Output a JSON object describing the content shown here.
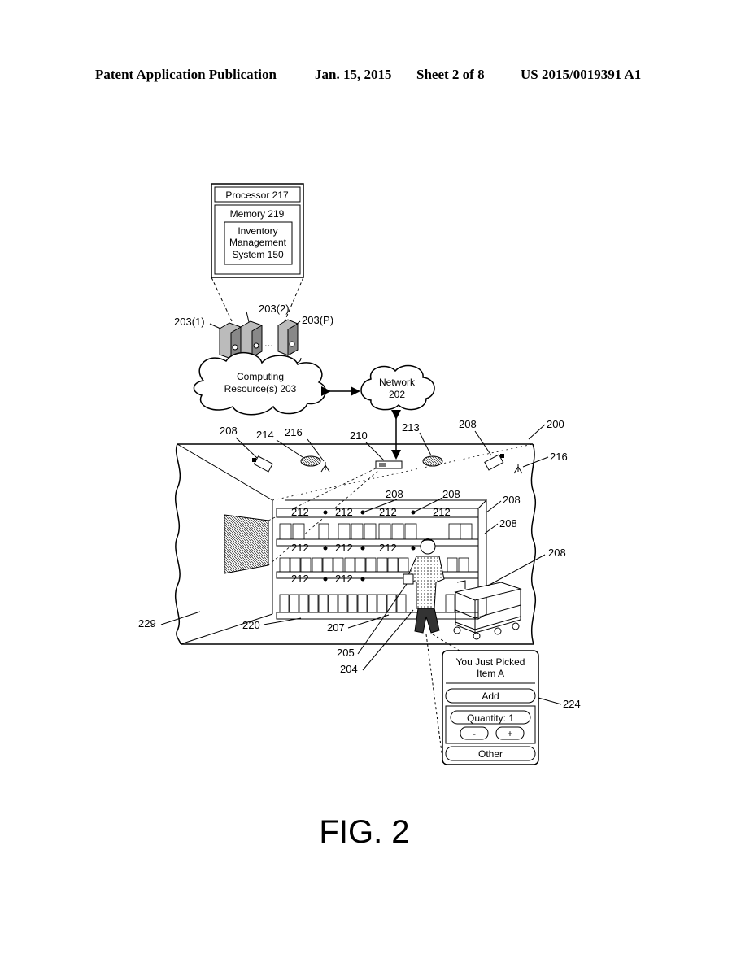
{
  "header": {
    "left": "Patent Application Publication",
    "date": "Jan. 15, 2015",
    "sheet": "Sheet 2 of 8",
    "number": "US 2015/0019391 A1"
  },
  "server_box": {
    "processor": "Processor 217",
    "memory": "Memory 219",
    "ims_line1": "Inventory",
    "ims_line2": "Management",
    "ims_line3": "System 150"
  },
  "servers": {
    "s1": "203(1)",
    "s2": "203(2)",
    "sp": "203(P)",
    "dots": "..."
  },
  "cloud": {
    "line1": "Computing",
    "line2": "Resource(s) 203"
  },
  "network": {
    "line1": "Network",
    "line2": "202"
  },
  "refs": {
    "r200": "200",
    "r208": "208",
    "r210": "210",
    "r213": "213",
    "r214": "214",
    "r216": "216",
    "r212": "212",
    "r229": "229",
    "r220": "220",
    "r207": "207",
    "r205": "205",
    "r204": "204",
    "r224": "224"
  },
  "device": {
    "title1": "You Just Picked",
    "title2": "Item A",
    "add": "Add",
    "quantity": "Quantity: 1",
    "minus": "-",
    "plus": "+",
    "other": "Other"
  },
  "figure_label": "FIG. 2"
}
